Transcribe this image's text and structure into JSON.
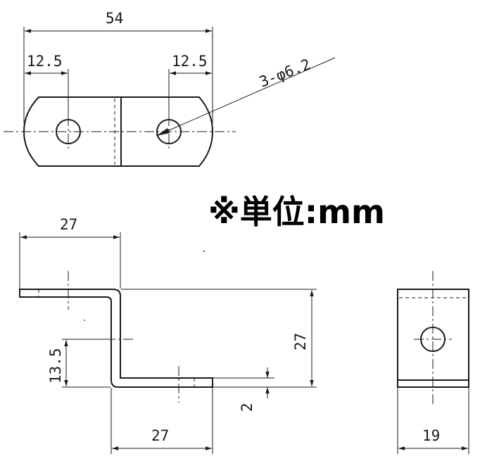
{
  "dimensions": {
    "top_width": "54",
    "top_left_offset": "12.5",
    "top_right_offset": "12.5",
    "holes": "3-φ6.2",
    "front_top_length": "27",
    "front_height": "27",
    "front_step": "13.5",
    "front_thickness": "2",
    "front_bottom_length": "27",
    "side_width": "19"
  },
  "unit_note": "※単位:mm"
}
